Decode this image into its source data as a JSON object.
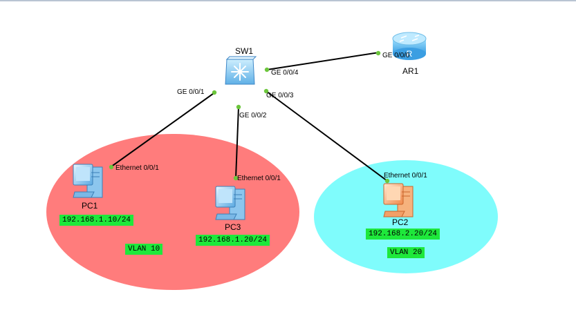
{
  "colors": {
    "vlan10_zone": "#ff7c7c",
    "vlan20_zone": "#7ffcfc",
    "link": "#000000",
    "port_dot": "#6cc63c",
    "ip_tag": "#1ee83b"
  },
  "devices": {
    "sw1": {
      "name": "SW1",
      "icon": "switch-icon"
    },
    "ar1": {
      "name": "AR1",
      "icon": "router-icon"
    },
    "pc1": {
      "name": "PC1",
      "icon": "pc-icon",
      "ip": "192.168.1.10/24"
    },
    "pc3": {
      "name": "PC3",
      "icon": "pc-icon",
      "ip": "192.168.1.20/24"
    },
    "pc2": {
      "name": "PC2",
      "icon": "pc-icon",
      "ip": "192.168.2.20/24"
    }
  },
  "ports": {
    "sw1_ge001": "GE 0/0/1",
    "sw1_ge002": "GE 0/0/2",
    "sw1_ge003": "GE 0/0/3",
    "sw1_ge004": "GE 0/0/4",
    "ar1_ge000": "GE 0/0/0",
    "pc1_eth": "Ethernet 0/0/1",
    "pc3_eth": "Ethernet 0/0/1",
    "pc2_eth": "Ethernet 0/0/1"
  },
  "vlans": {
    "vlan10": "VLAN 10",
    "vlan20": "VLAN 20"
  }
}
